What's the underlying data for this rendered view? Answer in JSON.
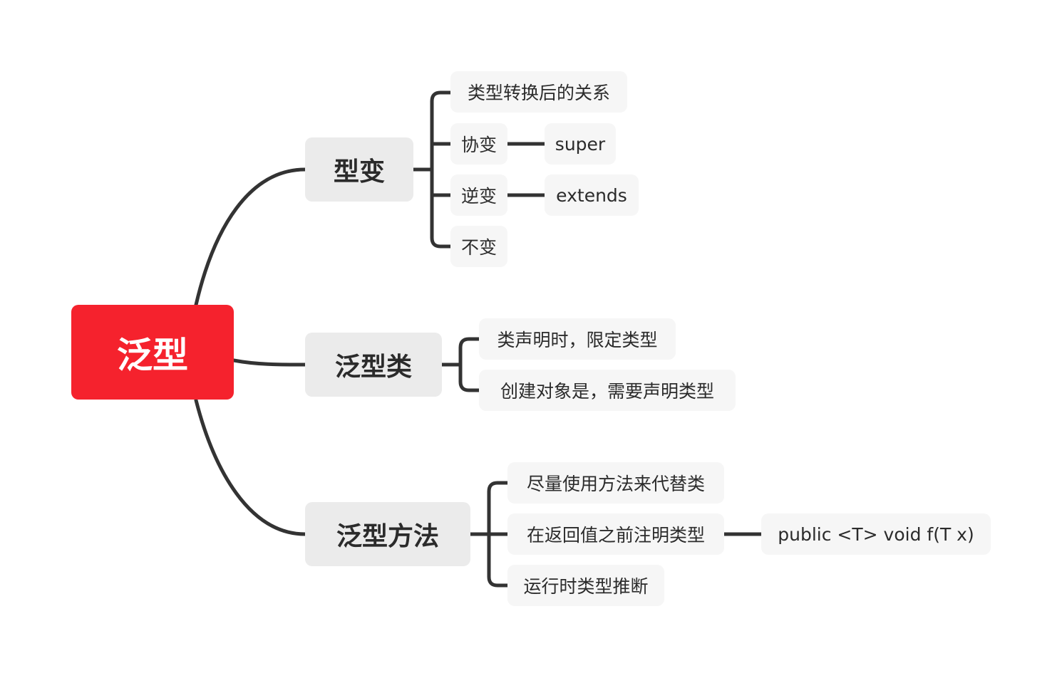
{
  "root": {
    "label": "泛型"
  },
  "branches": [
    {
      "label": "型变",
      "children": [
        {
          "label": "类型转换后的关系"
        },
        {
          "label": "协变",
          "child": "super"
        },
        {
          "label": "逆变",
          "child": "extends"
        },
        {
          "label": "不变"
        }
      ]
    },
    {
      "label": "泛型类",
      "children": [
        {
          "label": "类声明时，限定类型"
        },
        {
          "label": "创建对象是，需要声明类型"
        }
      ]
    },
    {
      "label": "泛型方法",
      "children": [
        {
          "label": "尽量使用方法来代替类"
        },
        {
          "label": "在返回值之前注明类型",
          "child": "public <T> void f(T x)"
        },
        {
          "label": "运行时类型推断"
        }
      ]
    }
  ],
  "colors": {
    "root": "#f5222d",
    "line": "#333333",
    "main_bg": "#ebebeb",
    "leaf_bg": "#f6f6f6"
  }
}
